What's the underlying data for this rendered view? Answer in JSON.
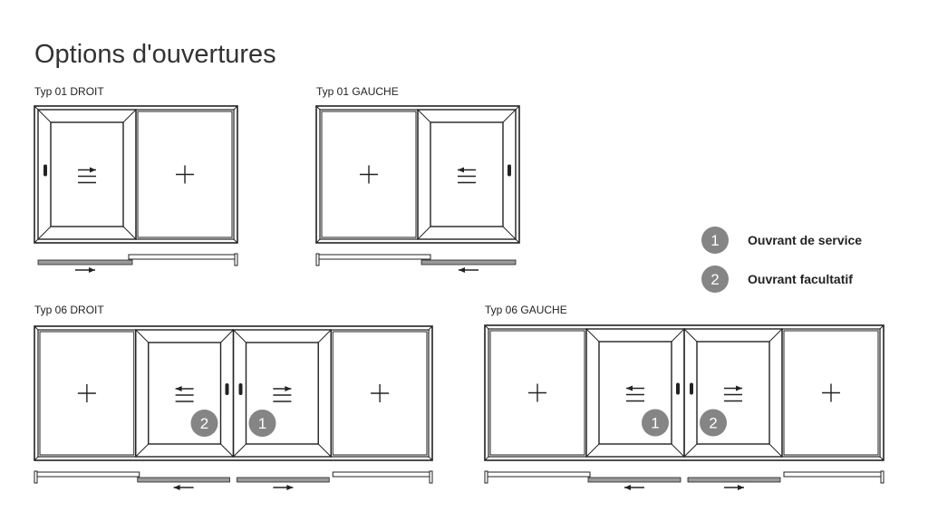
{
  "title": "Options d'ouvertures",
  "colors": {
    "line": "#222222",
    "badge": "#858585",
    "track": "#9a9a9a"
  },
  "legend": [
    {
      "number": "1",
      "label": "Ouvrant de service"
    },
    {
      "number": "2",
      "label": "Ouvrant facultatif"
    }
  ],
  "windows": [
    {
      "label": "Typ 01 DROIT",
      "panels": [
        {
          "type": "sliding",
          "direction": "right",
          "handle": "left"
        },
        {
          "type": "fixed"
        }
      ]
    },
    {
      "label": "Typ 01 GAUCHE",
      "panels": [
        {
          "type": "fixed"
        },
        {
          "type": "sliding",
          "direction": "left",
          "handle": "right"
        }
      ]
    },
    {
      "label": "Typ 06 DROIT",
      "panels": [
        {
          "type": "fixed"
        },
        {
          "type": "sliding",
          "direction": "left",
          "handle": "right",
          "badge": "2"
        },
        {
          "type": "sliding",
          "direction": "right",
          "handle": "left",
          "badge": "1"
        },
        {
          "type": "fixed"
        }
      ]
    },
    {
      "label": "Typ 06 GAUCHE",
      "panels": [
        {
          "type": "fixed"
        },
        {
          "type": "sliding",
          "direction": "left",
          "handle": "right",
          "badge": "1"
        },
        {
          "type": "sliding",
          "direction": "right",
          "handle": "left",
          "badge": "2"
        },
        {
          "type": "fixed"
        }
      ]
    }
  ]
}
